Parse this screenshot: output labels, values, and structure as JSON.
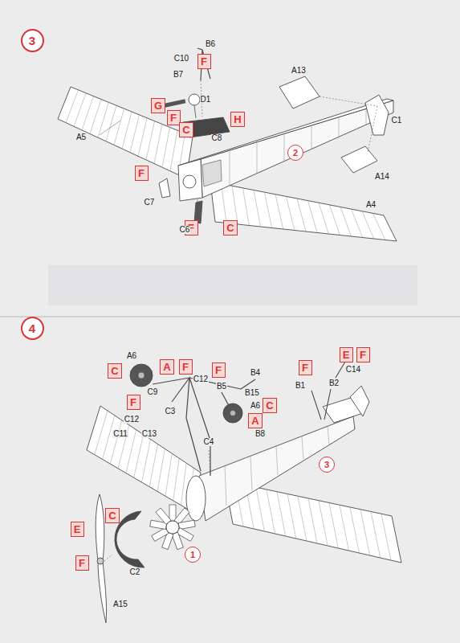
{
  "diagram": {
    "nodes": [
      {
        "text": [
          "3"
        ]
      },
      {
        "text": [
          "F"
        ]
      },
      {
        "text": [
          "G"
        ]
      },
      {
        "text": [
          "F"
        ]
      },
      {
        "text": [
          "H"
        ]
      },
      {
        "text": [
          "C"
        ]
      },
      {
        "text": [
          "2"
        ]
      },
      {
        "text": [
          "F"
        ]
      },
      {
        "text": [
          "F"
        ]
      },
      {
        "text": [
          "C"
        ]
      },
      {
        "text": [
          "4"
        ]
      },
      {
        "text": [
          "C"
        ]
      },
      {
        "text": [
          "A"
        ]
      },
      {
        "text": [
          "F"
        ]
      },
      {
        "text": [
          "F"
        ]
      },
      {
        "text": [
          "E"
        ]
      },
      {
        "text": [
          "F"
        ]
      },
      {
        "text": [
          "F"
        ]
      },
      {
        "text": [
          "F"
        ]
      },
      {
        "text": [
          "C"
        ]
      },
      {
        "text": [
          "A"
        ]
      },
      {
        "text": [
          "3"
        ]
      },
      {
        "text": [
          "C"
        ]
      },
      {
        "text": [
          "E"
        ]
      },
      {
        "text": [
          "1"
        ]
      },
      {
        "text": [
          "F"
        ]
      }
    ],
    "labels": [
      "B6",
      "C10",
      "B7",
      "D1",
      "C8",
      "A5",
      "A13",
      "C1",
      "A14",
      "C7",
      "C6",
      "A4",
      "A6",
      "C12",
      "B4",
      "C9",
      "B5",
      "B15",
      "C3",
      "C12",
      "A6",
      "C11",
      "C13",
      "C4",
      "B8",
      "C14",
      "B1",
      "B2",
      "C2",
      "A15"
    ]
  }
}
